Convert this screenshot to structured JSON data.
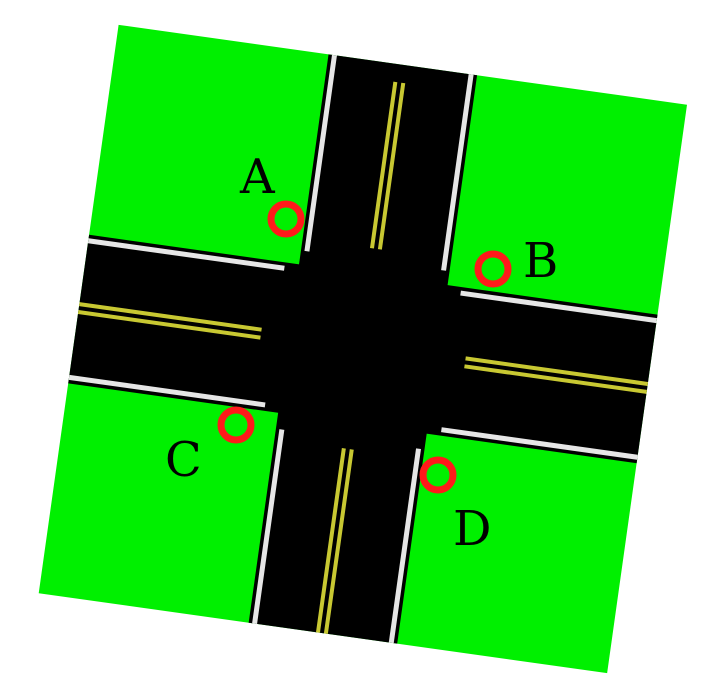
{
  "colors": {
    "grass": "#00f000",
    "road": "#000000",
    "edge_line": "#e6e6e6",
    "center_line": "#c8c832",
    "marker": "#ff1a1a",
    "label": "#000000"
  },
  "markers": [
    {
      "id": "A",
      "label": "A"
    },
    {
      "id": "B",
      "label": "B"
    },
    {
      "id": "C",
      "label": "C"
    },
    {
      "id": "D",
      "label": "D"
    }
  ]
}
